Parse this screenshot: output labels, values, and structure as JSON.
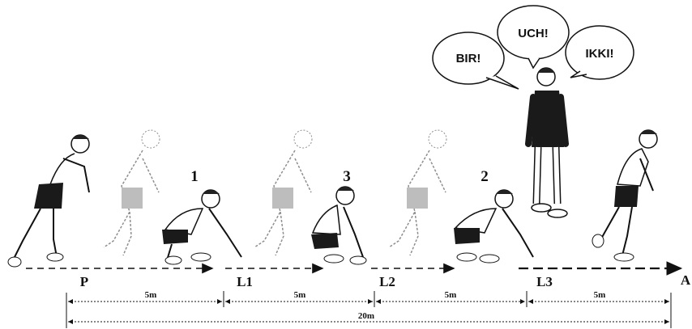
{
  "speech": {
    "biri": "BIR!",
    "uchi": "UCH!",
    "ikki": "IKKI!"
  },
  "numbers": {
    "one": "1",
    "three": "3",
    "two": "2"
  },
  "markers": {
    "start": "P",
    "l1": "L1",
    "l2": "L2",
    "l3": "L3",
    "finish": "A"
  },
  "distances": {
    "seg1": "5m",
    "seg2": "5m",
    "seg3": "5m",
    "seg4": "5m",
    "total": "20m"
  }
}
